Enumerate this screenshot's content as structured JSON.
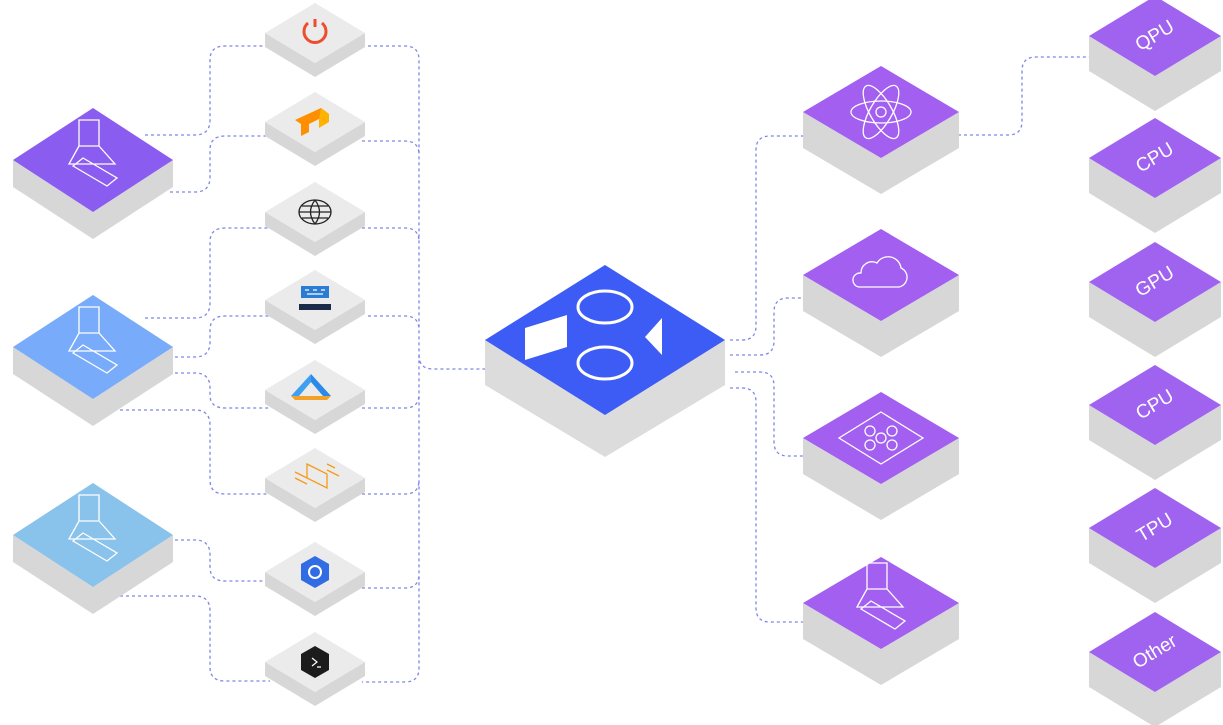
{
  "hardware": [
    {
      "id": "qpu",
      "label": "QPU"
    },
    {
      "id": "cpu-1",
      "label": "CPU"
    },
    {
      "id": "gpu",
      "label": "GPU"
    },
    {
      "id": "cpu-2",
      "label": "CPU"
    },
    {
      "id": "tpu",
      "label": "TPU"
    },
    {
      "id": "other",
      "label": "Other"
    }
  ],
  "colors": {
    "hub": "#3d5cf5",
    "laptop_1": "#8a5cf0",
    "laptop_2": "#78abf9",
    "laptop_3": "#89c2ea",
    "resource": "#a25ff0",
    "hardware": "#9f63f0",
    "framework_tile": "#ebebeb",
    "tile_side": "#d7d7d7",
    "connector": "#7d86e8"
  },
  "icons": {
    "frameworks": [
      "pytorch-icon",
      "tensorflow-icon",
      "horovod-globe-icon",
      "slurm-icon",
      "triangle-logo-icon",
      "aws-chip-icon",
      "kubernetes-icon",
      "terminal-icon"
    ],
    "resources": [
      "atom-icon",
      "cloud-icon",
      "chip-icon",
      "laptop-icon"
    ],
    "clients": [
      "laptop-icon",
      "laptop-icon",
      "laptop-icon"
    ],
    "hub": "hub-logo-icon"
  }
}
